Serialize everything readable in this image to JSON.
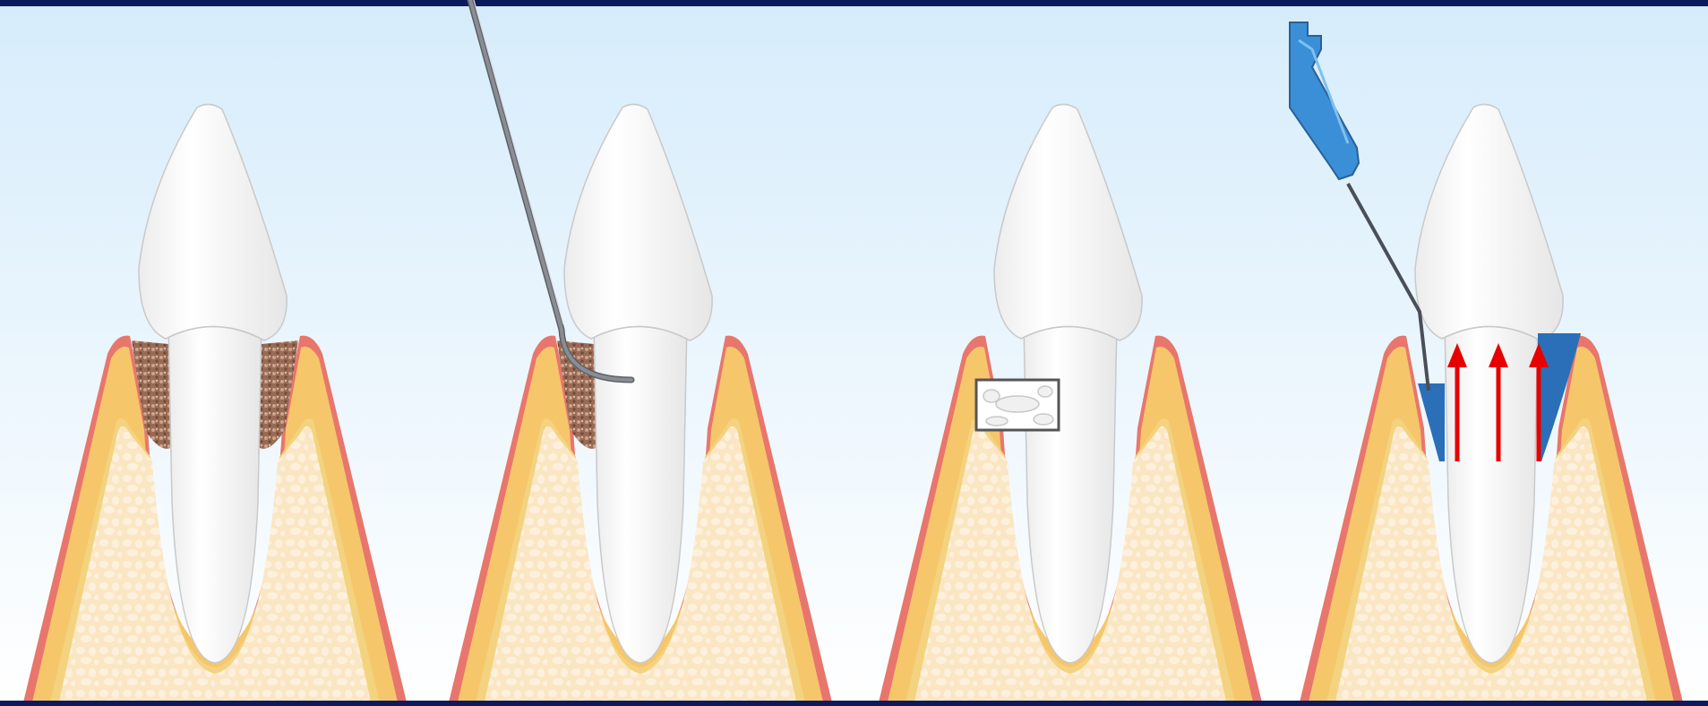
{
  "figure": {
    "panels": [
      {
        "id": "panel-1",
        "step": "calculus-in-pocket",
        "instrument": "none"
      },
      {
        "id": "panel-2",
        "step": "scaling-with-curette",
        "instrument": "curette-icon"
      },
      {
        "id": "panel-3",
        "step": "graft-material-placed",
        "instrument": "graft-material-icon"
      },
      {
        "id": "panel-4",
        "step": "sealing-and-regeneration",
        "instrument": "syringe-icon"
      }
    ],
    "colors": {
      "background_top": "#d6ecfb",
      "background_bottom": "#ffffff",
      "frame": "#0a1a5c",
      "gum": "#e8766c",
      "bone_cortex": "#f6c66a",
      "bone_spongy": "#fbe6c4",
      "bone_pores": "#fdf1dd",
      "tooth": "#ffffff",
      "tooth_outline": "#c9c9c9",
      "calculus": "#9a6a55",
      "instrument_steel": "#8a8d93",
      "syringe_blue": "#3b8fd6",
      "membrane_blue": "#2a6fb8",
      "arrow_red": "#e60000"
    }
  }
}
